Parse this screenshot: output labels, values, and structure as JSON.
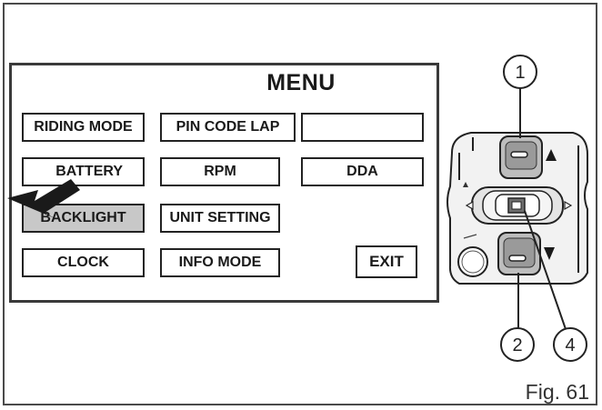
{
  "menu": {
    "title": "MENU",
    "buttons": [
      {
        "id": "riding-mode",
        "label": "RIDING MODE",
        "selected": false
      },
      {
        "id": "pin-code-lap",
        "label": "PIN CODE LAP",
        "selected": false
      },
      {
        "id": "blank",
        "label": "",
        "selected": false
      },
      {
        "id": "battery",
        "label": "BATTERY",
        "selected": false
      },
      {
        "id": "rpm",
        "label": "RPM",
        "selected": false
      },
      {
        "id": "dda",
        "label": "DDA",
        "selected": false
      },
      {
        "id": "backlight",
        "label": "BACKLIGHT",
        "selected": true
      },
      {
        "id": "unit-setting",
        "label": "UNIT SETTING",
        "selected": false
      },
      {
        "id": "clock",
        "label": "CLOCK",
        "selected": false
      },
      {
        "id": "info-mode",
        "label": "INFO MODE",
        "selected": false
      },
      {
        "id": "exit",
        "label": "EXIT",
        "selected": false
      }
    ]
  },
  "callouts": {
    "c1": "1",
    "c2": "2",
    "c4": "4"
  },
  "figure_label": "Fig. 61",
  "colors": {
    "line": "#222222",
    "selected_fill": "#c8c8c8",
    "switch_fill": "#d9d9d9",
    "switch_button": "#9a9a9a"
  }
}
